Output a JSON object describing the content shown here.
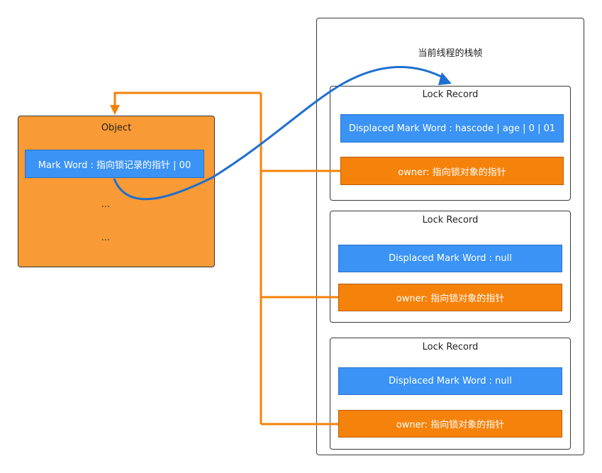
{
  "stack_frame": {
    "title": "当前线程的栈帧"
  },
  "object": {
    "title": "Object",
    "mark_word": "Mark Word : 指向锁记录的指针 | 00",
    "ellipsis_1": "...",
    "ellipsis_2": "..."
  },
  "lock_records": [
    {
      "title": "Lock Record",
      "displaced": "Displaced Mark Word  : hascode | age | 0 | 01",
      "owner": "owner: 指向锁对象的指针"
    },
    {
      "title": "Lock Record",
      "displaced": "Displaced Mark Word : null",
      "owner": "owner: 指向锁对象的指针"
    },
    {
      "title": "Lock Record",
      "displaced": "Displaced Mark Word : null",
      "owner": "owner: 指向锁对象的指针"
    }
  ],
  "colors": {
    "orange_line": "#f5820a",
    "blue_curve": "#1e6fd0",
    "object_fill": "#f89a35",
    "cell_blue": "#3a93f5",
    "cell_orange": "#f5820a"
  }
}
